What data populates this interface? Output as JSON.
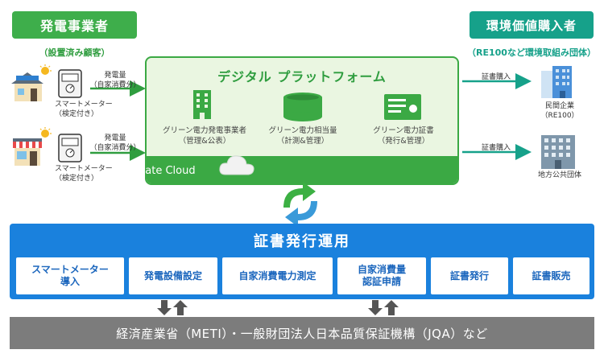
{
  "header": {
    "left_badge": "発電事業者",
    "left_sub": "（設置済み顧客）",
    "right_badge": "環境価値購入者",
    "right_sub": "（RE100など環境取組み団体）"
  },
  "sources": [
    {
      "flow_label_1": "発電量",
      "flow_label_2": "（自家消費分）",
      "meter_label_1": "スマートメーター",
      "meter_label_2": "（検定付き）"
    },
    {
      "flow_label_1": "発電量",
      "flow_label_2": "（自家消費分）",
      "meter_label_1": "スマートメーター",
      "meter_label_2": "（検定付き）"
    }
  ],
  "platform": {
    "title": "デジタル プラットフォーム",
    "features": [
      {
        "label_1": "グリーン電力発電事業者",
        "label_2": "（管理&公表）",
        "icon": "building-icon"
      },
      {
        "label_1": "グリーン電力相当量",
        "label_2": "（計測&管理）",
        "icon": "database-icon"
      },
      {
        "label_1": "グリーン電力証書",
        "label_2": "（発行&管理）",
        "icon": "certificate-icon"
      }
    ],
    "cloud_label": "Private Cloud"
  },
  "buyers": [
    {
      "arrow_label": "証書購入",
      "name_1": "民間企業",
      "name_2": "（RE100）"
    },
    {
      "arrow_label": "証書購入",
      "name_1": "地方公共団体",
      "name_2": ""
    }
  ],
  "operations": {
    "title": "証書発行運用",
    "items": [
      {
        "line1": "スマートメーター",
        "line2": "導入"
      },
      {
        "line1": "発電設備設定",
        "line2": ""
      },
      {
        "line1": "自家消費電力測定",
        "line2": ""
      },
      {
        "line1": "自家消費量",
        "line2": "認証申請"
      },
      {
        "line1": "証書発行",
        "line2": ""
      },
      {
        "line1": "証書販売",
        "line2": ""
      }
    ]
  },
  "bottom_bar": "経済産業省（METI）・一般財団法人日本品質保証機構（JQA）など",
  "colors": {
    "green": "#3ba944",
    "teal": "#16a18a",
    "blue": "#1a81dd",
    "gray": "#7c7c7c"
  }
}
